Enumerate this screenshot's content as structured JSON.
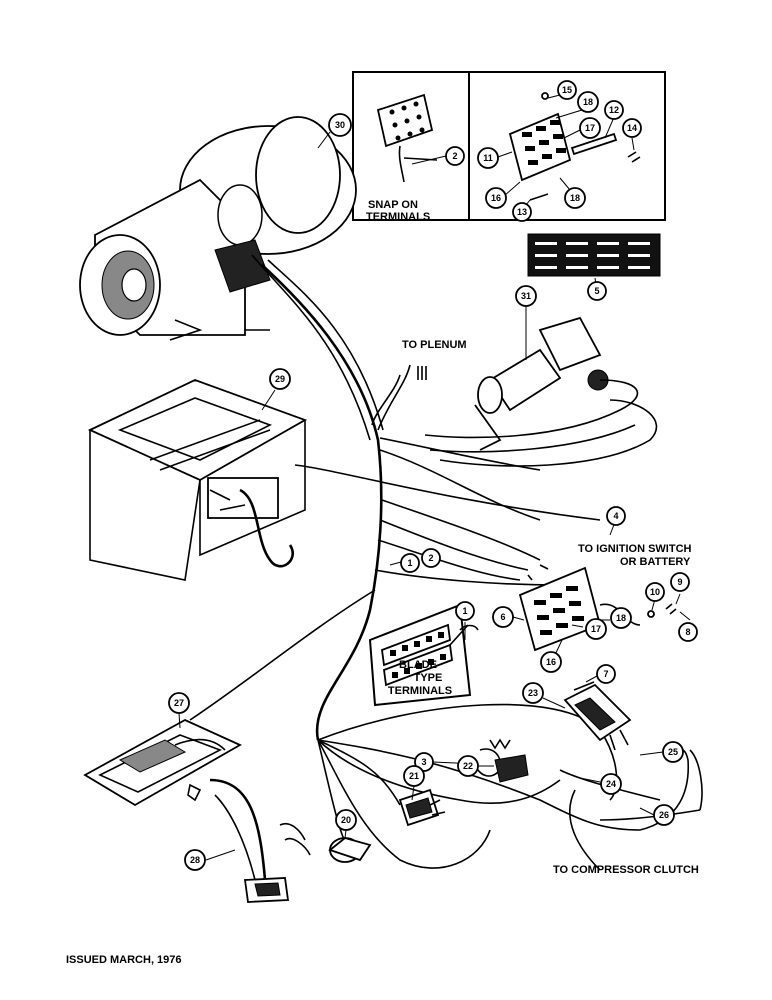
{
  "labels": {
    "snap_on_terminals": [
      "SNAP ON",
      "TERMINALS"
    ],
    "to_plenum": "TO PLENUM",
    "to_ignition": [
      "TO IGNITION SWITCH",
      "OR BATTERY"
    ],
    "blade_type_terminals": [
      "BLADE",
      "TYPE",
      "TERMINALS"
    ],
    "to_compressor_clutch": "TO COMPRESSOR CLUTCH",
    "issued": "ISSUED MARCH, 1976"
  },
  "callouts": {
    "c30": "30",
    "c15": "15",
    "c18a": "18",
    "c12": "12",
    "c14": "14",
    "c2a": "2",
    "c11": "11",
    "c17a": "17",
    "c16a": "16",
    "c13": "13",
    "c18b": "18",
    "c5": "5",
    "c31": "31",
    "c29": "29",
    "c4": "4",
    "c1a": "1",
    "c2b": "2",
    "c10": "10",
    "c9": "9",
    "c8": "8",
    "c1b": "1",
    "c6": "6",
    "c18c": "18",
    "c17b": "17",
    "c16b": "16",
    "c7": "7",
    "c23": "23",
    "c27": "27",
    "c3": "3",
    "c22": "22",
    "c25": "25",
    "c24": "24",
    "c21": "21",
    "c26": "26",
    "c20": "20",
    "c28": "28"
  }
}
